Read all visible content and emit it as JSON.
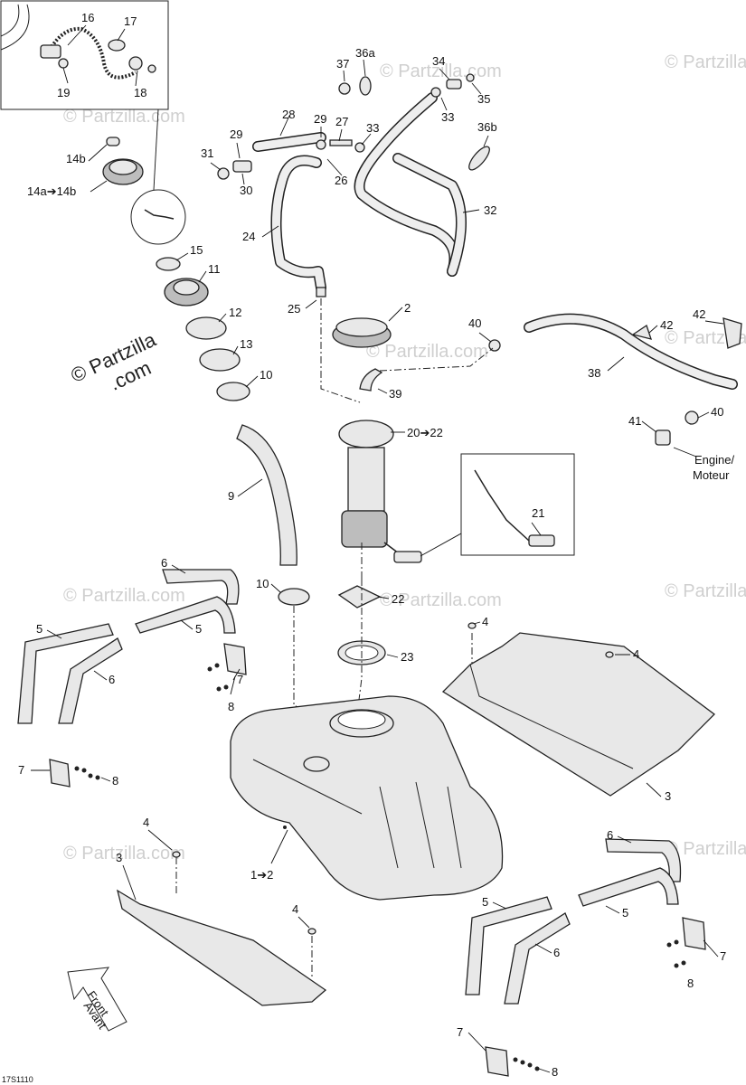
{
  "callouts": {
    "c16": "16",
    "c17": "17",
    "c19": "19",
    "c18": "18",
    "c14b": "14b",
    "c14a": "14a➔14b",
    "c15": "15",
    "c11": "11",
    "c12": "12",
    "c13": "13",
    "c10a": "10",
    "c9": "9",
    "c10b": "10",
    "c37": "37",
    "c36a": "36a",
    "c34": "34",
    "c35": "35",
    "c33a": "33",
    "c28": "28",
    "c29a": "29",
    "c29b": "29",
    "c27": "27",
    "c33b": "33",
    "c36b": "36b",
    "c31": "31",
    "c30": "30",
    "c26": "26",
    "c24": "24",
    "c32": "32",
    "c25": "25",
    "c2": "2",
    "c40a": "40",
    "c42a": "42",
    "c42b": "42",
    "c38": "38",
    "c39": "39",
    "c20": "20➔22",
    "c41": "41",
    "c40b": "40",
    "c21": "21",
    "c22": "22",
    "c23": "23",
    "c6a": "6",
    "c5a": "5",
    "c5b": "5",
    "c6b": "6",
    "c7a": "7",
    "c8a": "8",
    "c7b": "7",
    "c8b": "8",
    "c4a": "4",
    "c4b": "4",
    "c3a": "3",
    "c1": "1➔2",
    "c4c": "4",
    "c3b": "3",
    "c4d": "4",
    "c6c": "6",
    "c5c": "5",
    "c5d": "5",
    "c6d": "6",
    "c7c": "7",
    "c8c": "8",
    "c7d": "7",
    "c8d": "8"
  },
  "engine_label_line1": "Engine/",
  "engine_label_line2": "Moteur",
  "front_label_line1": "Front",
  "front_label_line2": "Avant",
  "watermark_main_line1": "© Partzilla",
  "watermark_main_line2": ".com",
  "watermark_faint": "© Partzilla.com",
  "drawing_code": "17S1110"
}
